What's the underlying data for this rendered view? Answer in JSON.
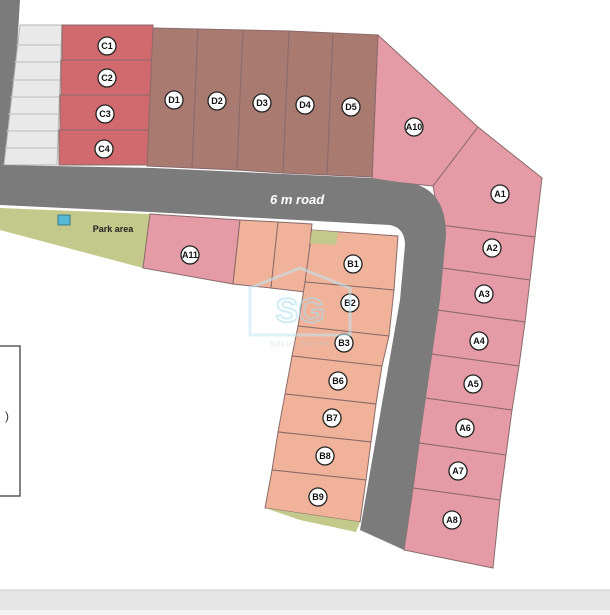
{
  "road": {
    "label": "6 m road"
  },
  "park": {
    "label": "Park area"
  },
  "watermark": {
    "text": "SOLUS SOUTH"
  },
  "legend_fragment": {
    "text": ")"
  },
  "plots": {
    "C1": "C1",
    "C2": "C2",
    "C3": "C3",
    "C4": "C4",
    "D1": "D1",
    "D2": "D2",
    "D3": "D3",
    "D4": "D4",
    "D5": "D5",
    "A10": "A10",
    "A1": "A1",
    "A2": "A2",
    "A3": "A3",
    "A4": "A4",
    "A5": "A5",
    "A6": "A6",
    "A7": "A7",
    "A8": "A8",
    "A11": "A11",
    "B1": "B1",
    "B2": "B2",
    "B3": "B3",
    "B6": "B6",
    "B7": "B7",
    "B8": "B8",
    "B9": "B9"
  },
  "colors": {
    "c_plots": "#d06a6e",
    "d_plots": "#a97a70",
    "a_plots": "#e49ba6",
    "b_plots": "#f0b39a",
    "road": "#7b7b7b",
    "park": "#c3c98a",
    "parking": "#e9e9e9"
  }
}
